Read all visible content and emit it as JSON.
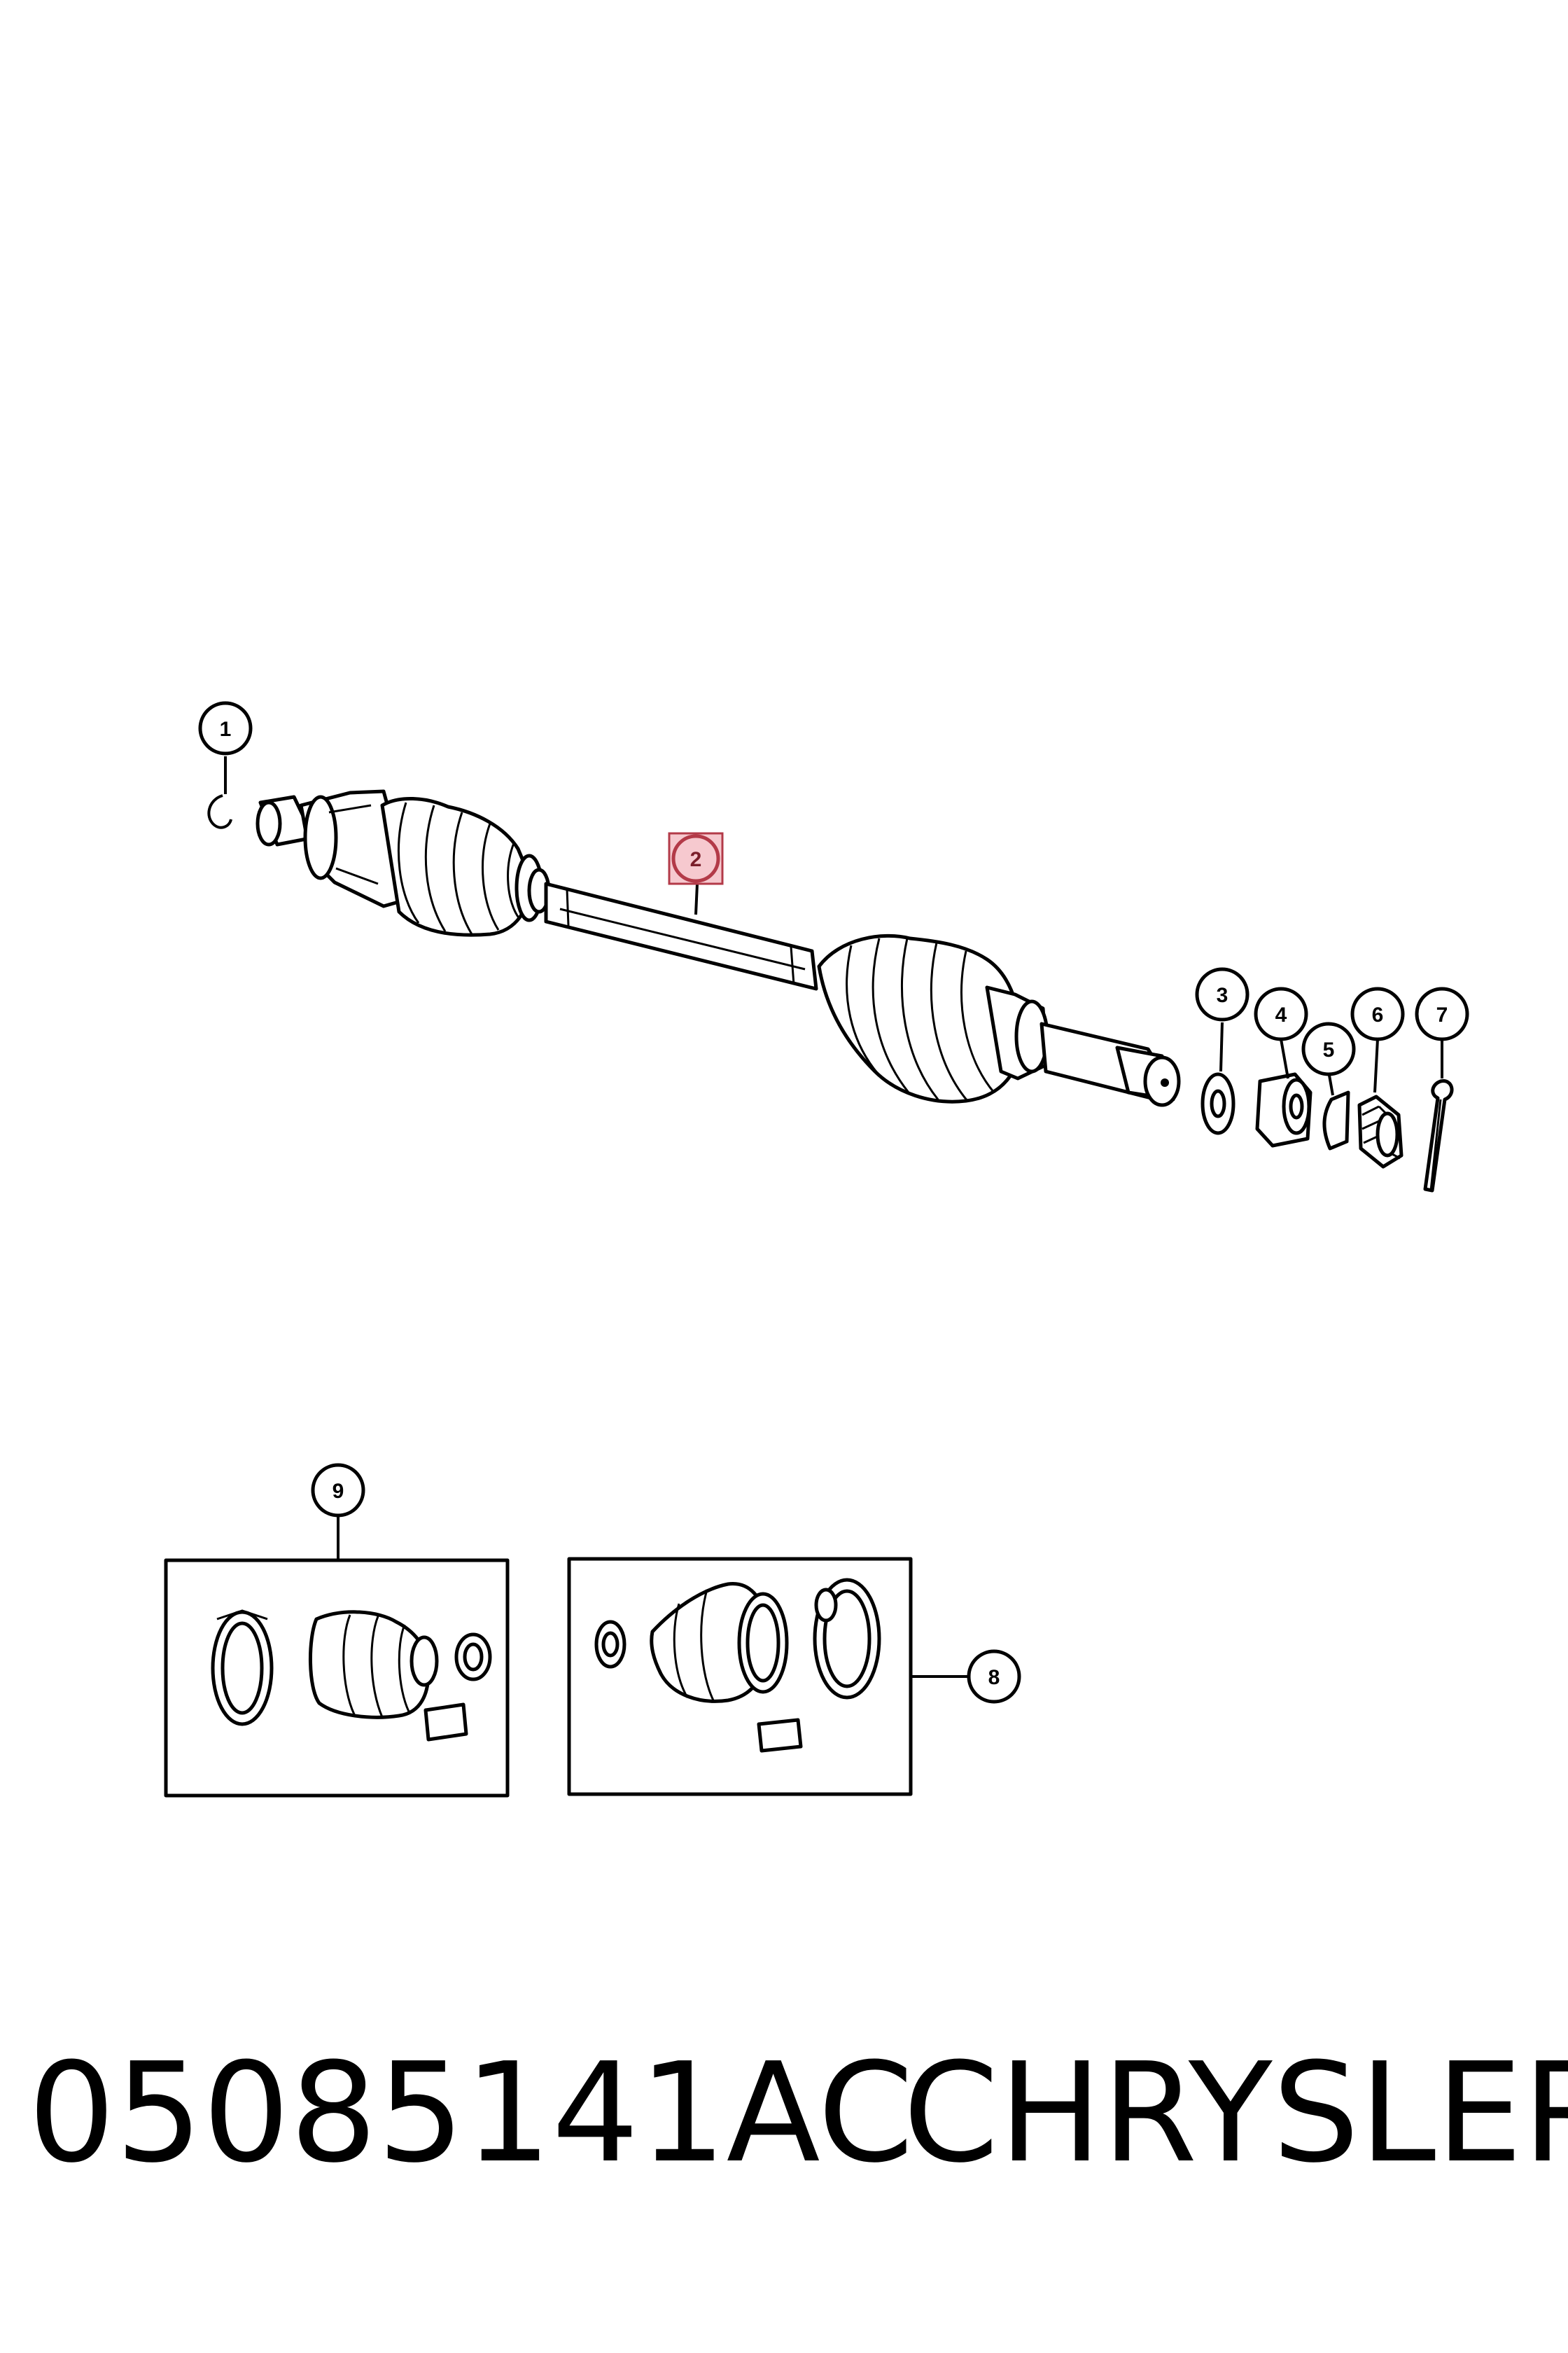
{
  "callouts": [
    {
      "id": "callout-1",
      "label": "1"
    },
    {
      "id": "callout-2",
      "label": "2",
      "highlighted": true
    },
    {
      "id": "callout-3",
      "label": "3"
    },
    {
      "id": "callout-4",
      "label": "4"
    },
    {
      "id": "callout-5",
      "label": "5"
    },
    {
      "id": "callout-6",
      "label": "6"
    },
    {
      "id": "callout-7",
      "label": "7"
    },
    {
      "id": "callout-8",
      "label": "8"
    },
    {
      "id": "callout-9",
      "label": "9"
    }
  ],
  "footer": {
    "part_number": "05085141AC",
    "brand": "CHRYSLER"
  },
  "colors": {
    "highlight_fill": "#f6c9cf",
    "highlight_stroke": "#b33a48",
    "ink": "#000000"
  }
}
